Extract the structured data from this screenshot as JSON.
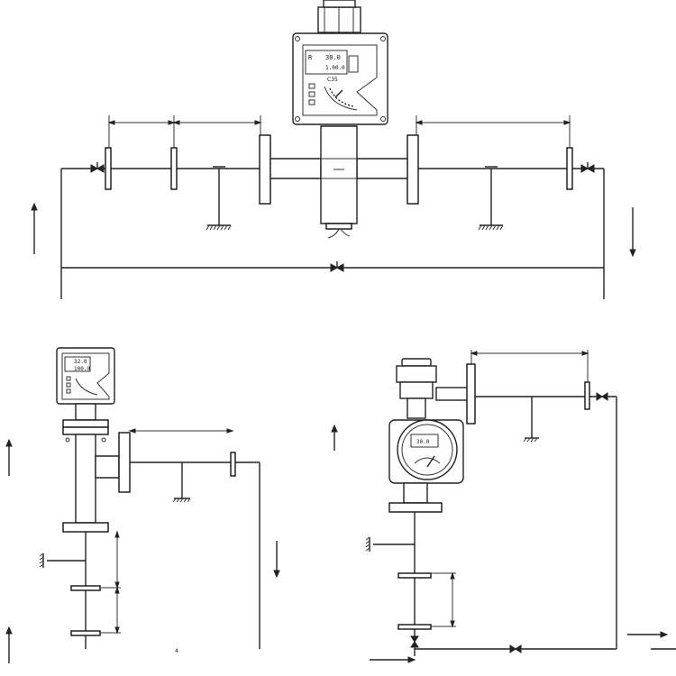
{
  "top_meter": {
    "lcd_left": "R",
    "lcd_value": "30.0",
    "lcd_total": "1.00.0",
    "brand": "C35"
  },
  "left_meter": {
    "lcd_value": "32.0",
    "lcd_total": "100.0"
  },
  "right_meter": {
    "lcd_value": "30.0"
  },
  "mark_left_bottom": "4"
}
